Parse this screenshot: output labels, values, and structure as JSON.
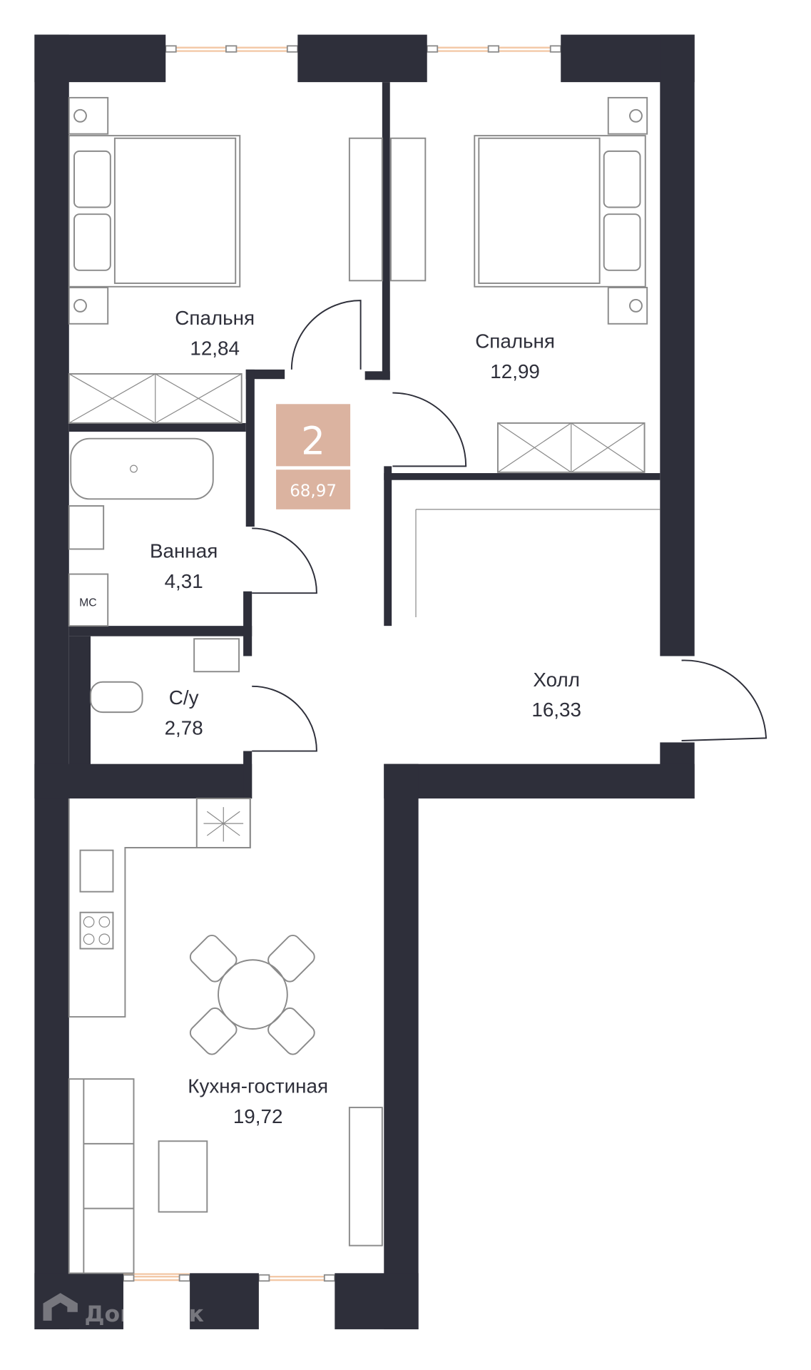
{
  "plan": {
    "rooms_count": "2",
    "total_area": "68,97",
    "badge_color": "#dbb3a0",
    "wall_color": "#2e2f3a",
    "window_color": "#f3c9a8",
    "rooms": [
      {
        "name": "Спальня",
        "area": "12,84"
      },
      {
        "name": "Спальня",
        "area": "12,99"
      },
      {
        "name": "Ванная",
        "area": "4,31"
      },
      {
        "name": "С/у",
        "area": "2,78"
      },
      {
        "name": "Холл",
        "area": "16,33"
      },
      {
        "name": "Кухня-гостиная",
        "area": "19,72"
      }
    ],
    "mc_label": "МС"
  },
  "watermark": "ДомКлик"
}
